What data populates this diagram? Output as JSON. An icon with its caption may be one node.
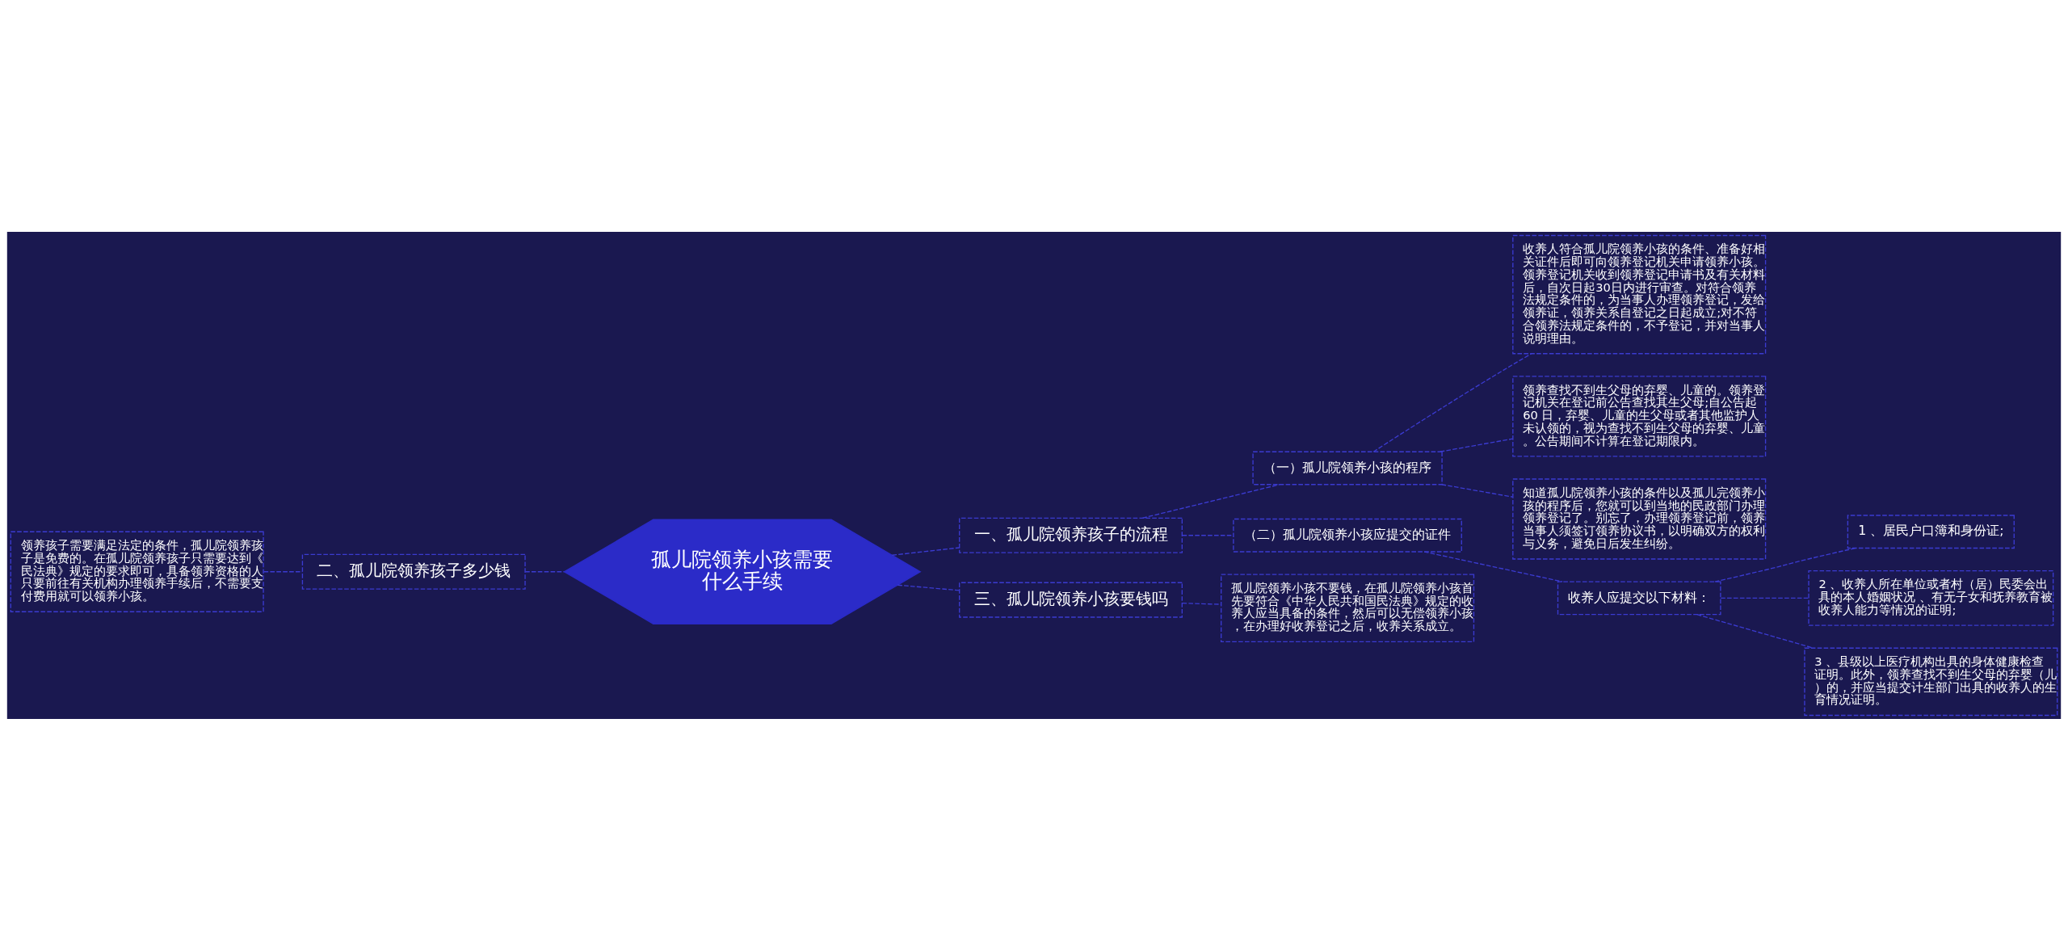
{
  "diagram": {
    "nodes": [
      {
        "text": [
          "孤儿院领养小孩需要什么手续"
        ]
      },
      {
        "text": [
          "一、孤儿院领养孩子的流程"
        ]
      },
      {
        "text": [
          "（一）孤儿院领养小孩的程序"
        ]
      },
      {
        "text": [
          "收养人符合孤儿院领养小孩的条件、准备好相关证件后即可向领养登记机关申请领养小孩。领养登记机关收到领养登记申请书及有关材料后，自次日起30日内进行审查。对符合领养法规定条件的，为当事人办理领养登记，发给领养证，领养关系自登记之日起成立;对不符合领养法规定条件的，不予登记，并对当事人说明理由。"
        ]
      },
      {
        "text": [
          "领养查找不到生父母的弃婴、儿童的。领养登记机关在登记前公告查找其生父母;自公告起60 日，弃婴、儿童的生父母或者其他监护人未认领的，视为查找不到生父母的弃婴、儿童。公告期间不计算在登记期限内。"
        ]
      },
      {
        "text": [
          "知道孤儿院领养小孩的条件以及孤儿完领养小孩的程序后，您就可以到当地的民政部门办理领养登记了。别忘了，办理领养登记前，领养当事人须签订领养协议书，以明确双方的权利与义务，避免日后发生纠纷。"
        ]
      },
      {
        "text": [
          "（二）孤儿院领养小孩应提交的证件"
        ]
      },
      {
        "text": [
          "收养人应提交以下材料："
        ]
      },
      {
        "text": [
          "1 、居民户口簿和身份证;"
        ]
      },
      {
        "text": [
          "2 、收养人所在单位或者村（居）民委会出具的本人婚姻状况 、有无子女和抚养教育被收养人能力等情况的证明;"
        ]
      },
      {
        "text": [
          "3 、县级以上医疗机构出具的身体健康检查证明。此外，领养查找不到生父母的弃婴（儿）的，并应当提交计生部门出具的收养人的生育情况证明。"
        ]
      },
      {
        "text": [
          "二、孤儿院领养孩子多少钱"
        ]
      },
      {
        "text": [
          "领养孩子需要满足法定的条件，孤儿院领养孩子是免费的。在孤儿院领养孩子只需要达到《民法典》规定的要求即可，具备领养资格的人只要前往有关机构办理领养手续后，不需要支付费用就可以领养小孩。"
        ]
      },
      {
        "text": [
          "三、孤儿院领养小孩要钱吗"
        ]
      },
      {
        "text": [
          "孤儿院领养小孩不要钱，在孤儿院领养小孩首先要符合《中华人民共和国民法典》规定的收养人应当具备的条件，然后可以无偿领养小孩，在办理好收养登记之后，收养关系成立。"
        ]
      }
    ],
    "edges": [
      {
        "from": 0,
        "to": 1,
        "arrow": "none",
        "style": "dashed"
      },
      {
        "from": 1,
        "to": 2,
        "arrow": "none",
        "style": "dashed"
      },
      {
        "from": 2,
        "to": 3,
        "arrow": "none",
        "style": "dashed"
      },
      {
        "from": 2,
        "to": 4,
        "arrow": "none",
        "style": "dashed"
      },
      {
        "from": 2,
        "to": 5,
        "arrow": "none",
        "style": "dashed"
      },
      {
        "from": 1,
        "to": 6,
        "arrow": "none",
        "style": "dashed"
      },
      {
        "from": 6,
        "to": 7,
        "arrow": "none",
        "style": "dashed"
      },
      {
        "from": 7,
        "to": 8,
        "arrow": "none",
        "style": "dashed"
      },
      {
        "from": 7,
        "to": 9,
        "arrow": "none",
        "style": "dashed"
      },
      {
        "from": 7,
        "to": 10,
        "arrow": "none",
        "style": "dashed"
      },
      {
        "from": 0,
        "to": 11,
        "arrow": "none",
        "style": "dashed"
      },
      {
        "from": 11,
        "to": 12,
        "arrow": "none",
        "style": "dashed"
      },
      {
        "from": 0,
        "to": 13,
        "arrow": "none",
        "style": "dashed"
      },
      {
        "from": 13,
        "to": 14,
        "arrow": "none",
        "style": "dashed"
      }
    ]
  }
}
